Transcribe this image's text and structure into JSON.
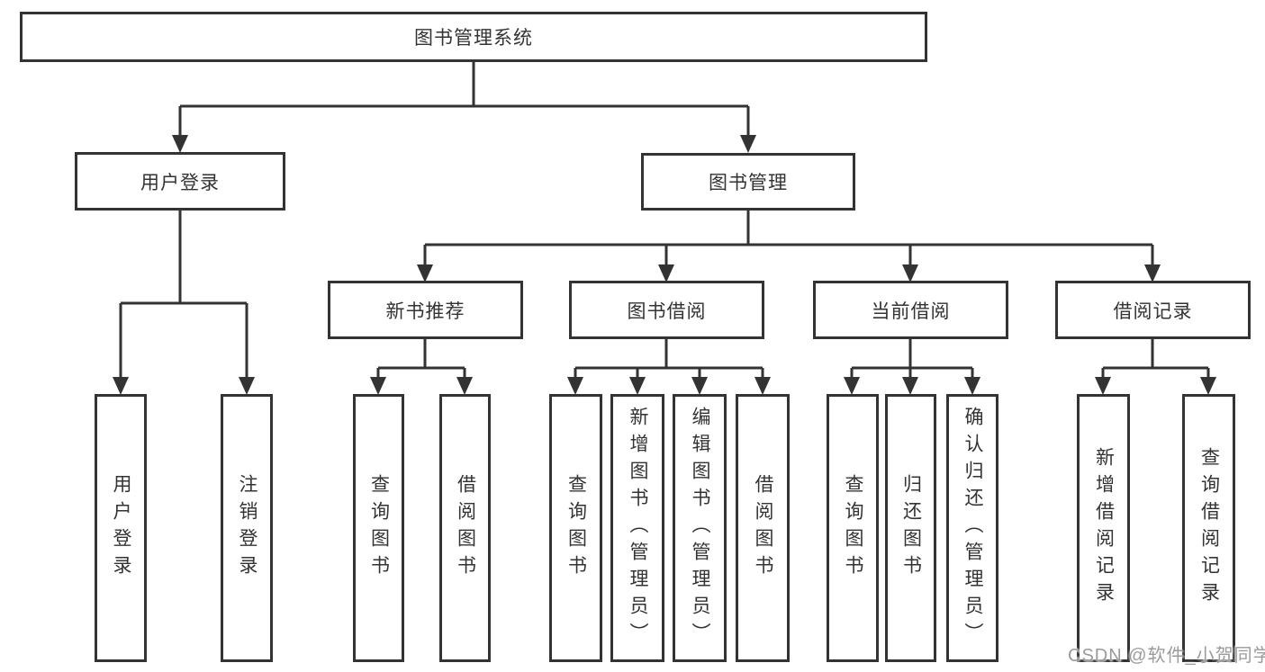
{
  "tree": {
    "label": "图书管理系统",
    "children": [
      {
        "label": "用户登录",
        "children": [
          {
            "label": "用户登录"
          },
          {
            "label": "注销登录"
          }
        ]
      },
      {
        "label": "图书管理",
        "children": [
          {
            "label": "新书推荐",
            "children": [
              {
                "label": "查询图书"
              },
              {
                "label": "借阅图书"
              }
            ]
          },
          {
            "label": "图书借阅",
            "children": [
              {
                "label": "查询图书"
              },
              {
                "label": "新增图书（管理员）"
              },
              {
                "label": "编辑图书（管理员）"
              },
              {
                "label": "借阅图书"
              }
            ]
          },
          {
            "label": "当前借阅",
            "children": [
              {
                "label": "查询图书"
              },
              {
                "label": "归还图书"
              },
              {
                "label": "确认归还（管理员）"
              }
            ]
          },
          {
            "label": "借阅记录",
            "children": [
              {
                "label": "新增借阅记录"
              },
              {
                "label": "查询借阅记录"
              }
            ]
          }
        ]
      }
    ]
  },
  "watermark": {
    "text": "CSDN @软件_小贺同学"
  },
  "colors": {
    "line": "#333333",
    "box_border": "#333333",
    "box_background": "#ffffff",
    "text": "#333333",
    "watermark": "#9b9b9b"
  }
}
